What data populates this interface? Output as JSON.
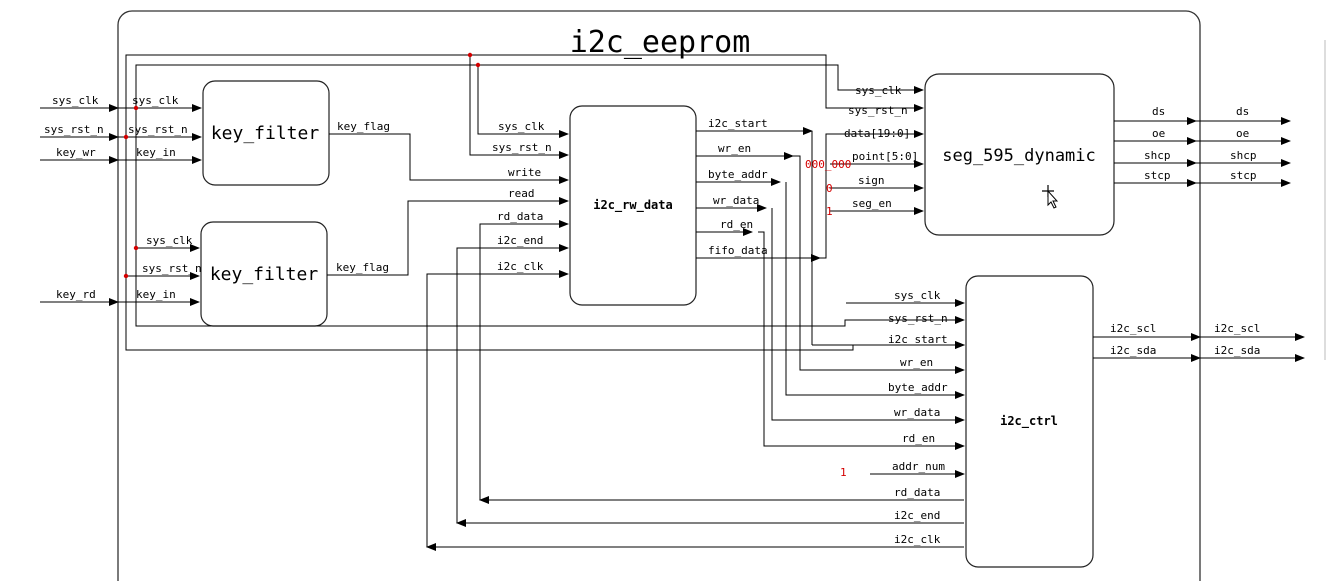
{
  "title": "i2c_eeprom",
  "inputs": {
    "sys_clk": "sys_clk",
    "sys_rst_n": "sys_rst_n",
    "key_wr": "key_wr",
    "key_rd": "key_rd"
  },
  "key_filter_wr": {
    "name": "key_filter",
    "ports_in": [
      "sys_clk",
      "sys_rst_n",
      "key_in"
    ],
    "port_out": "key_flag"
  },
  "key_filter_rd": {
    "name": "key_filter",
    "ports_in": [
      "sys_clk",
      "sys_rst_n",
      "key_in"
    ],
    "port_out": "key_flag"
  },
  "i2c_rw_data": {
    "name": "i2c_rw_data",
    "ports_in": [
      "sys_clk",
      "sys_rst_n",
      "write",
      "read",
      "rd_data",
      "i2c_end",
      "i2c_clk"
    ],
    "ports_out": [
      "i2c_start",
      "wr_en",
      "byte_addr",
      "wr_data",
      "rd_en",
      "fifo_data"
    ]
  },
  "seg_595_dynamic": {
    "name": "seg_595_dynamic",
    "ports_in": [
      "sys_clk",
      "sys_rst_n",
      "data[19:0]",
      "point[5:0]",
      "sign",
      "seg_en"
    ],
    "ports_out": [
      "ds",
      "oe",
      "shcp",
      "stcp"
    ]
  },
  "i2c_ctrl": {
    "name": "i2c_ctrl",
    "ports_in": [
      "sys_clk",
      "sys_rst_n",
      "i2c_start",
      "wr_en",
      "byte_addr",
      "wr_data",
      "rd_en",
      "addr_num",
      "rd_data",
      "i2c_end",
      "i2c_clk"
    ],
    "ports_out": [
      "i2c_scl",
      "i2c_sda"
    ]
  },
  "outputs": {
    "seg": [
      "ds",
      "oe",
      "shcp",
      "stcp"
    ],
    "i2c": [
      "i2c_scl",
      "i2c_sda"
    ]
  },
  "constants": {
    "point": "000_000",
    "sign": "0",
    "seg_en": "1",
    "addr_num": "1"
  },
  "colors": {
    "wire": "#000000",
    "junction": "#d40000",
    "constant": "#d40000"
  },
  "cursor_icon": "move-cursor-icon"
}
